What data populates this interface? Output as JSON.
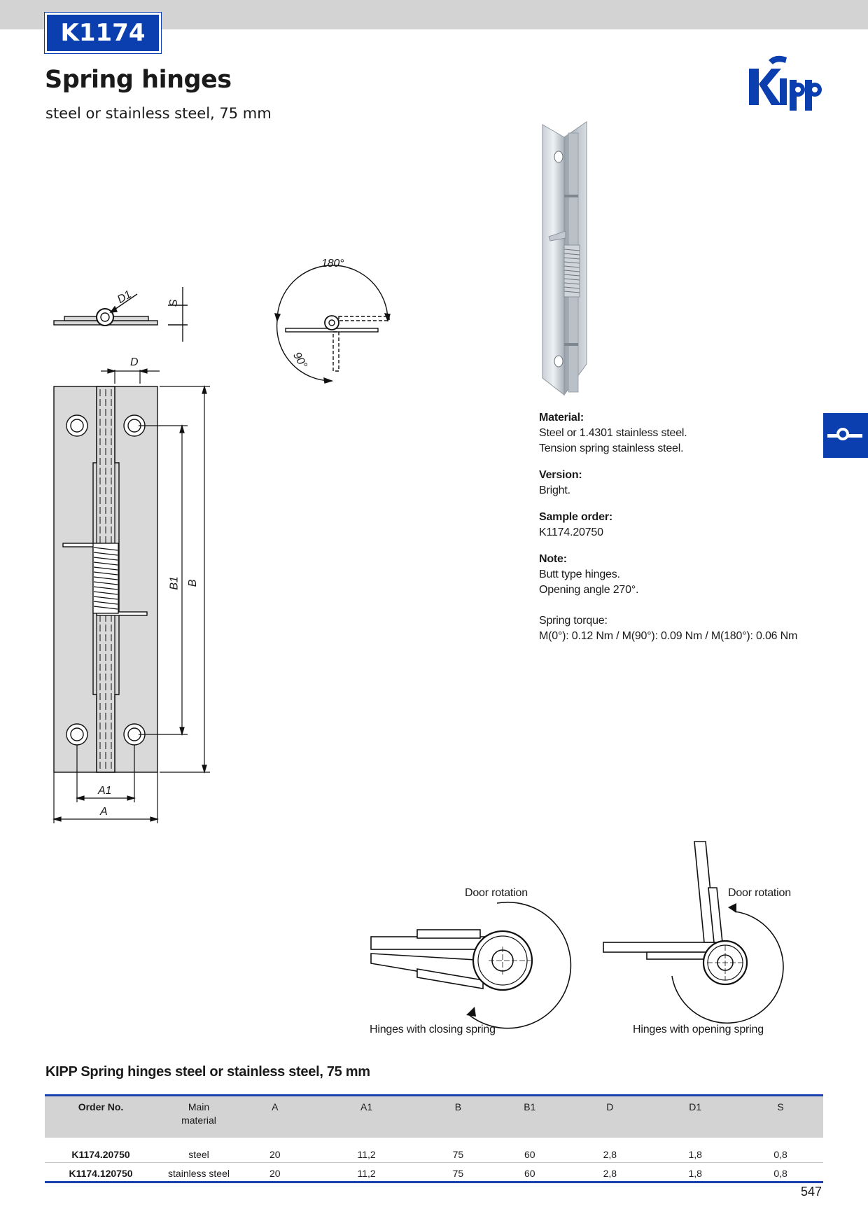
{
  "header": {
    "code": "K1174",
    "title": "Spring hinges",
    "subtitle": "steel or stainless steel, 75 mm",
    "logo_text": "Kipp"
  },
  "drawing_labels": {
    "d1": "D1",
    "s": "S",
    "d": "D",
    "b1": "B1",
    "b": "B",
    "a1": "A1",
    "a": "A",
    "angle_180": "180°",
    "angle_90": "90°"
  },
  "info": {
    "material_heading": "Material:",
    "material_line1": "Steel or 1.4301 stainless steel.",
    "material_line2": "Tension spring stainless steel.",
    "version_heading": "Version:",
    "version_value": "Bright.",
    "sample_heading": "Sample order:",
    "sample_value": "K1174.20750",
    "note_heading": "Note:",
    "note_line1": "Butt type hinges.",
    "note_line2": "Opening angle 270°.",
    "torque_heading": "Spring torque:",
    "torque_value": "M(0°): 0.12 Nm / M(90°): 0.09 Nm / M(180°): 0.06 Nm"
  },
  "rotation": {
    "door_rotation_left": "Door rotation",
    "door_rotation_right": "Door rotation",
    "closing_caption": "Hinges with closing spring",
    "opening_caption": "Hinges with opening spring"
  },
  "table": {
    "title": "KIPP Spring hinges steel or stainless steel, 75 mm",
    "headers": [
      "Order No.",
      "Main",
      "A",
      "A1",
      "B",
      "B1",
      "D",
      "D1",
      "S"
    ],
    "header_main_line2": "material",
    "rows": [
      [
        "K1174.20750",
        "steel",
        "20",
        "11,2",
        "75",
        "60",
        "2,8",
        "1,8",
        "0,8"
      ],
      [
        "K1174.120750",
        "stainless steel",
        "20",
        "11,2",
        "75",
        "60",
        "2,8",
        "1,8",
        "0,8"
      ]
    ]
  },
  "page_number": "547",
  "colors": {
    "brand_blue": "#0b3fb0",
    "header_gray": "#d3d3d3",
    "table_rule": "#1c3fae"
  }
}
